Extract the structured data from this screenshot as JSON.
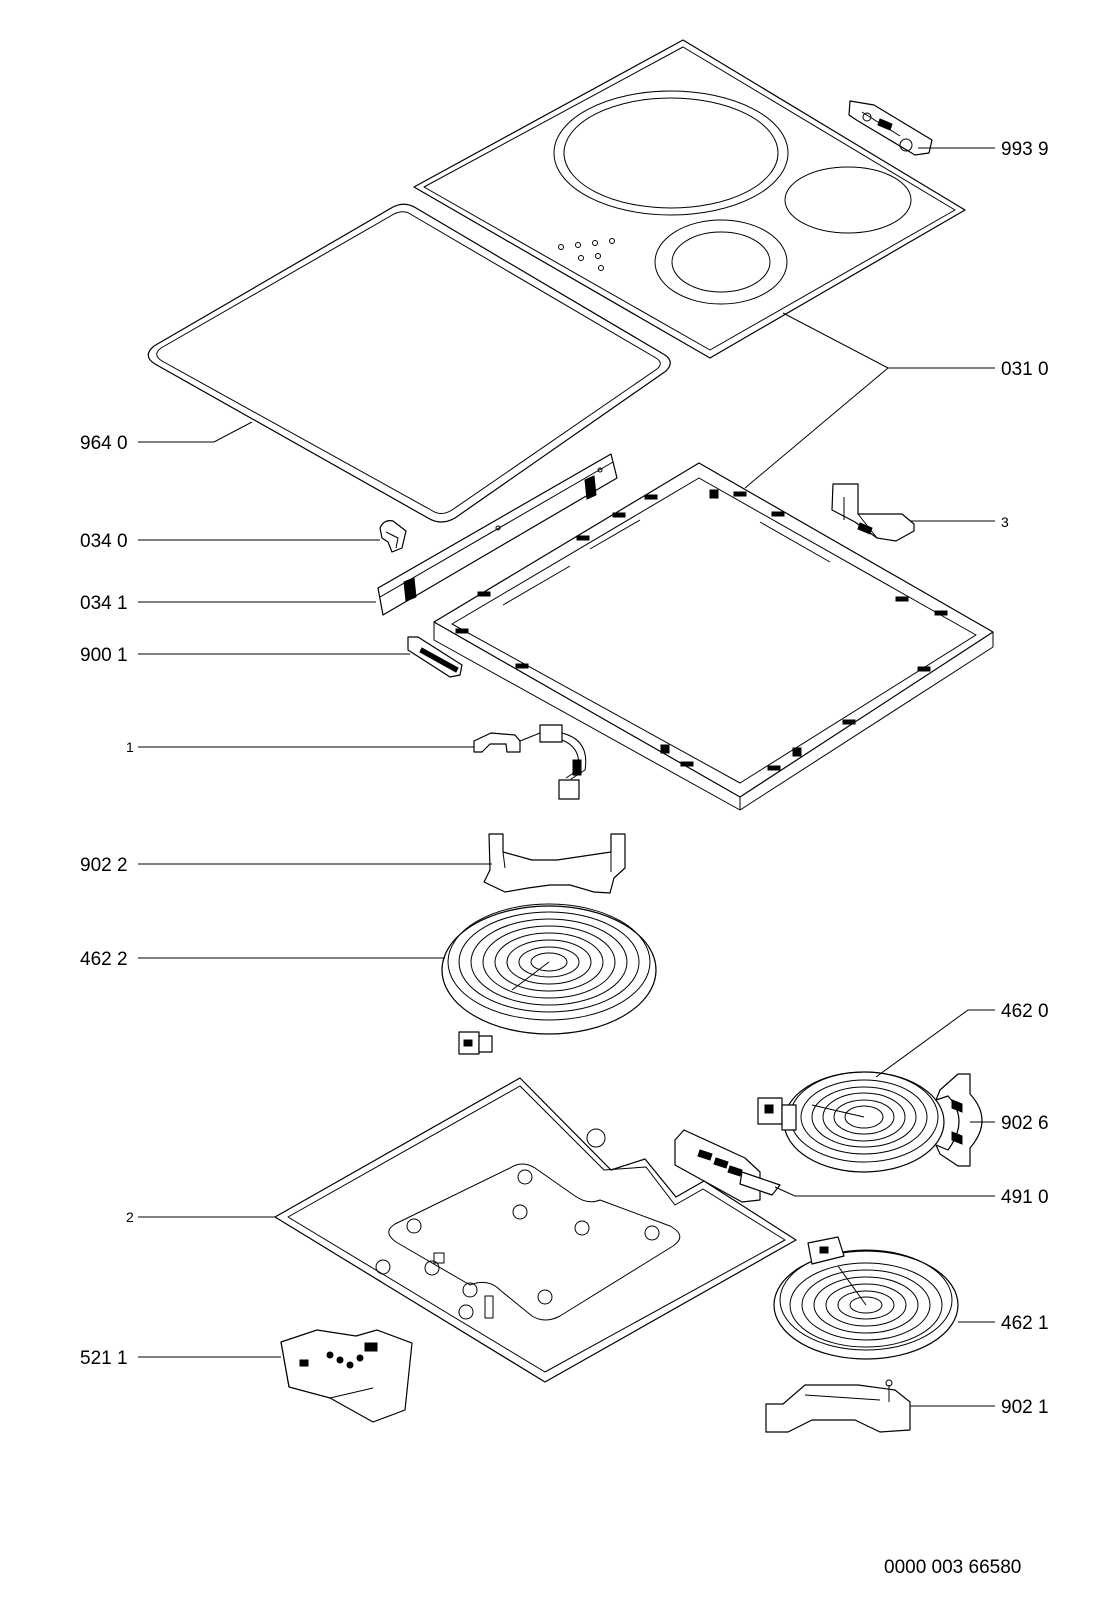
{
  "document_number": "0000 003 66580",
  "callouts": {
    "c9939": "993 9",
    "c0310": "031 0",
    "c9640": "964 0",
    "c0340": "034 0",
    "c3": "3",
    "c0341": "034 1",
    "c9001": "900 1",
    "c1": "1",
    "c9022": "902 2",
    "c4622": "462 2",
    "c4620": "462 0",
    "c9026": "902 6",
    "c4910": "491 0",
    "c2": "2",
    "c4621": "462 1",
    "c5211": "521 1",
    "c9021": "902 1"
  }
}
